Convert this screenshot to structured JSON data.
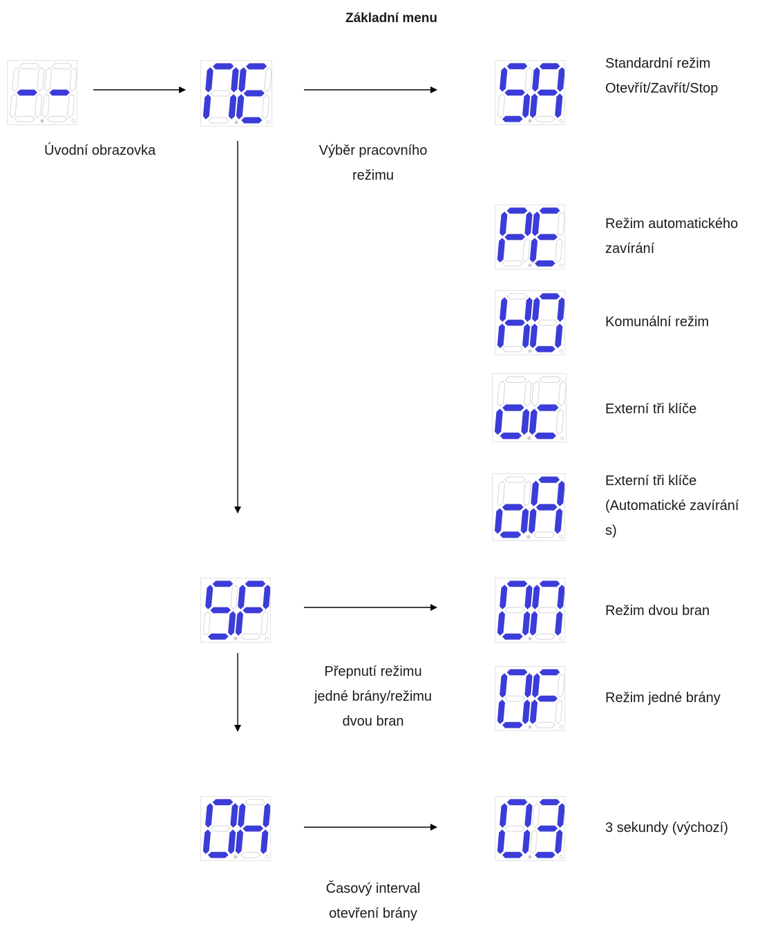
{
  "title": "Základní menu",
  "colors": {
    "segment_on": "#3c3cd8",
    "segment_off": "#d4d4d4",
    "arrow": "#000000"
  },
  "displays": [
    {
      "id": "intro",
      "code": "--",
      "digits": [
        {
          "g": 1
        },
        {
          "g": 1
        }
      ]
    },
    {
      "id": "ne",
      "code": "NE",
      "digits": [
        {
          "a": 1,
          "b": 1,
          "c": 1,
          "e": 1,
          "f": 1
        },
        {
          "a": 1,
          "d": 1,
          "e": 1,
          "f": 1,
          "g": 1
        }
      ]
    },
    {
      "id": "sa",
      "code": "SA",
      "digits": [
        {
          "a": 1,
          "c": 1,
          "d": 1,
          "f": 1,
          "g": 1
        },
        {
          "a": 1,
          "b": 1,
          "c": 1,
          "e": 1,
          "f": 1,
          "g": 1
        }
      ]
    },
    {
      "id": "pe",
      "code": "PE",
      "digits": [
        {
          "a": 1,
          "b": 1,
          "e": 1,
          "f": 1,
          "g": 1
        },
        {
          "a": 1,
          "d": 1,
          "e": 1,
          "f": 1,
          "g": 1
        }
      ]
    },
    {
      "id": "ho",
      "code": "HO",
      "digits": [
        {
          "b": 1,
          "c": 1,
          "e": 1,
          "f": 1,
          "g": 1
        },
        {
          "a": 1,
          "b": 1,
          "c": 1,
          "d": 1,
          "e": 1,
          "f": 1
        }
      ]
    },
    {
      "id": "oc",
      "code": "oc",
      "digits": [
        {
          "c": 1,
          "d": 1,
          "e": 1,
          "g": 1
        },
        {
          "d": 1,
          "e": 1,
          "g": 1
        }
      ]
    },
    {
      "id": "oa",
      "code": "oA",
      "digits": [
        {
          "c": 1,
          "d": 1,
          "e": 1,
          "g": 1
        },
        {
          "a": 1,
          "b": 1,
          "c": 1,
          "e": 1,
          "f": 1,
          "g": 1
        }
      ]
    },
    {
      "id": "sp",
      "code": "SP",
      "digits": [
        {
          "a": 1,
          "c": 1,
          "d": 1,
          "f": 1,
          "g": 1
        },
        {
          "a": 1,
          "b": 1,
          "e": 1,
          "f": 1,
          "g": 1
        }
      ]
    },
    {
      "id": "on",
      "code": "On",
      "digits": [
        {
          "a": 1,
          "b": 1,
          "c": 1,
          "d": 1,
          "e": 1,
          "f": 1
        },
        {
          "a": 1,
          "b": 1,
          "c": 1,
          "e": 1,
          "f": 1
        }
      ]
    },
    {
      "id": "of",
      "code": "OF",
      "digits": [
        {
          "a": 1,
          "b": 1,
          "c": 1,
          "d": 1,
          "e": 1,
          "f": 1
        },
        {
          "a": 1,
          "e": 1,
          "f": 1,
          "g": 1
        }
      ]
    },
    {
      "id": "oh",
      "code": "OH",
      "digits": [
        {
          "a": 1,
          "b": 1,
          "c": 1,
          "d": 1,
          "e": 1,
          "f": 1
        },
        {
          "b": 1,
          "c": 1,
          "e": 1,
          "f": 1,
          "g": 1
        }
      ]
    },
    {
      "id": "o3",
      "code": "O3",
      "digits": [
        {
          "a": 1,
          "b": 1,
          "c": 1,
          "d": 1,
          "e": 1,
          "f": 1
        },
        {
          "a": 1,
          "b": 1,
          "c": 1,
          "d": 1,
          "g": 1
        }
      ]
    }
  ],
  "labels": {
    "intro": [
      "Úvodní obrazovka"
    ],
    "work_mode": [
      "Výběr pracovního",
      "režimu"
    ],
    "sa": [
      "Standardní režim",
      "Otevřít/Zavřít/Stop"
    ],
    "pe": [
      "Režim automatického",
      "zavírání"
    ],
    "ho": [
      "Komunální režim"
    ],
    "oc": [
      "Externí tři klíče"
    ],
    "oa": [
      "Externí tři klíče",
      "(Automatické zavírání",
      "s)"
    ],
    "on": [
      "Režim dvou bran"
    ],
    "of": [
      "Režim jedné brány"
    ],
    "gate_switch": [
      "Přepnutí režimu",
      "jedné brány/režimu",
      "dvou bran"
    ],
    "o3": [
      "3 sekundy (výchozí)"
    ],
    "interval": [
      "Časový interval",
      "otevření brány"
    ]
  }
}
